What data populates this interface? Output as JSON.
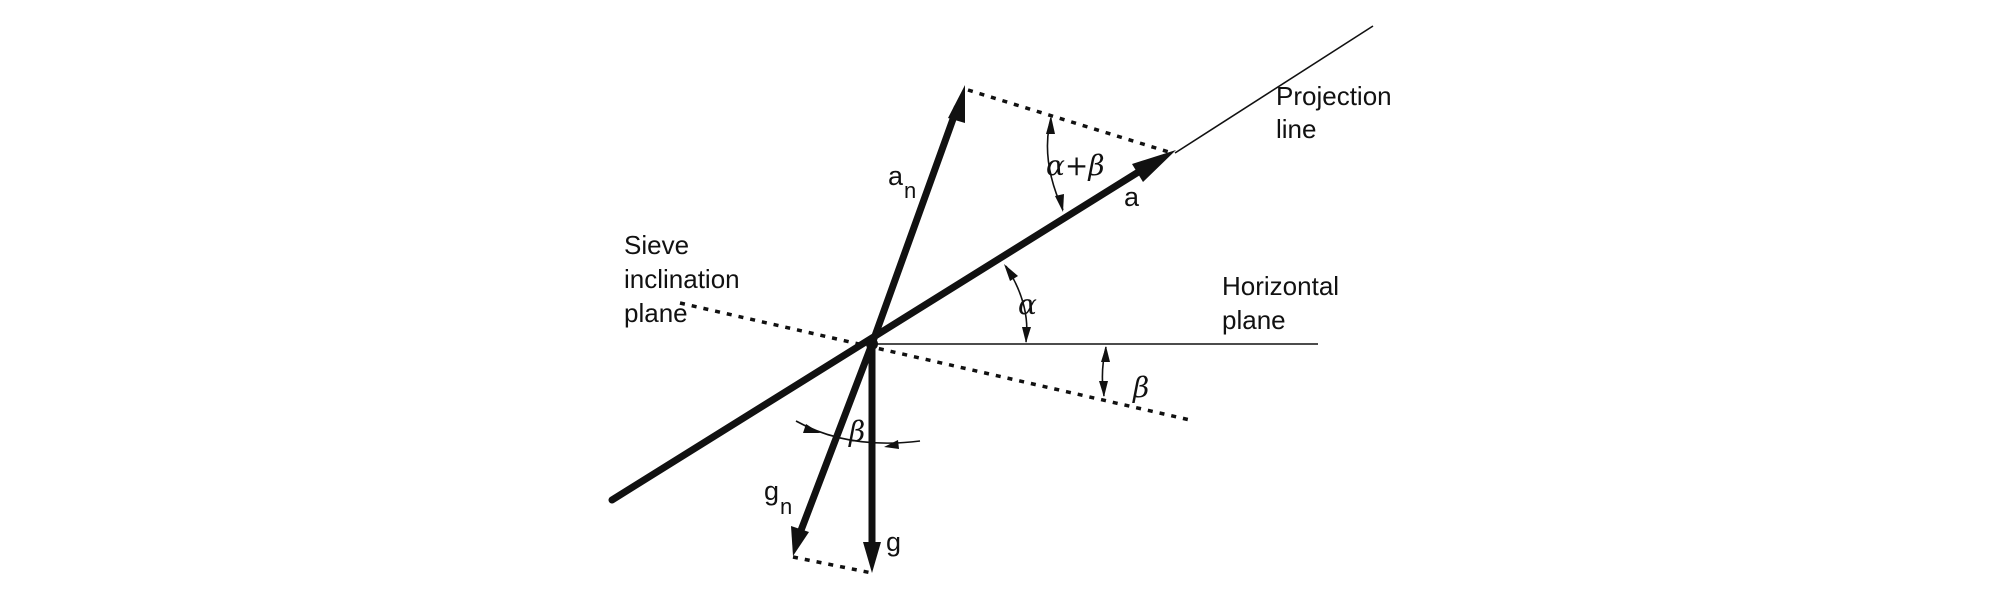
{
  "labels": {
    "projection_line": [
      "Projection",
      "line"
    ],
    "horizontal_plane": [
      "Horizontal",
      "plane"
    ],
    "sieve_plane": [
      "Sieve",
      "inclination",
      "plane"
    ]
  },
  "vectors": {
    "a": "a",
    "a_n": "a",
    "a_n_sub": "n",
    "g": "g",
    "g_n": "g",
    "g_n_sub": "n"
  },
  "angles": {
    "alpha_plus_beta": "α+β",
    "alpha": "α",
    "beta_right": "β",
    "beta_bottom": "β"
  }
}
